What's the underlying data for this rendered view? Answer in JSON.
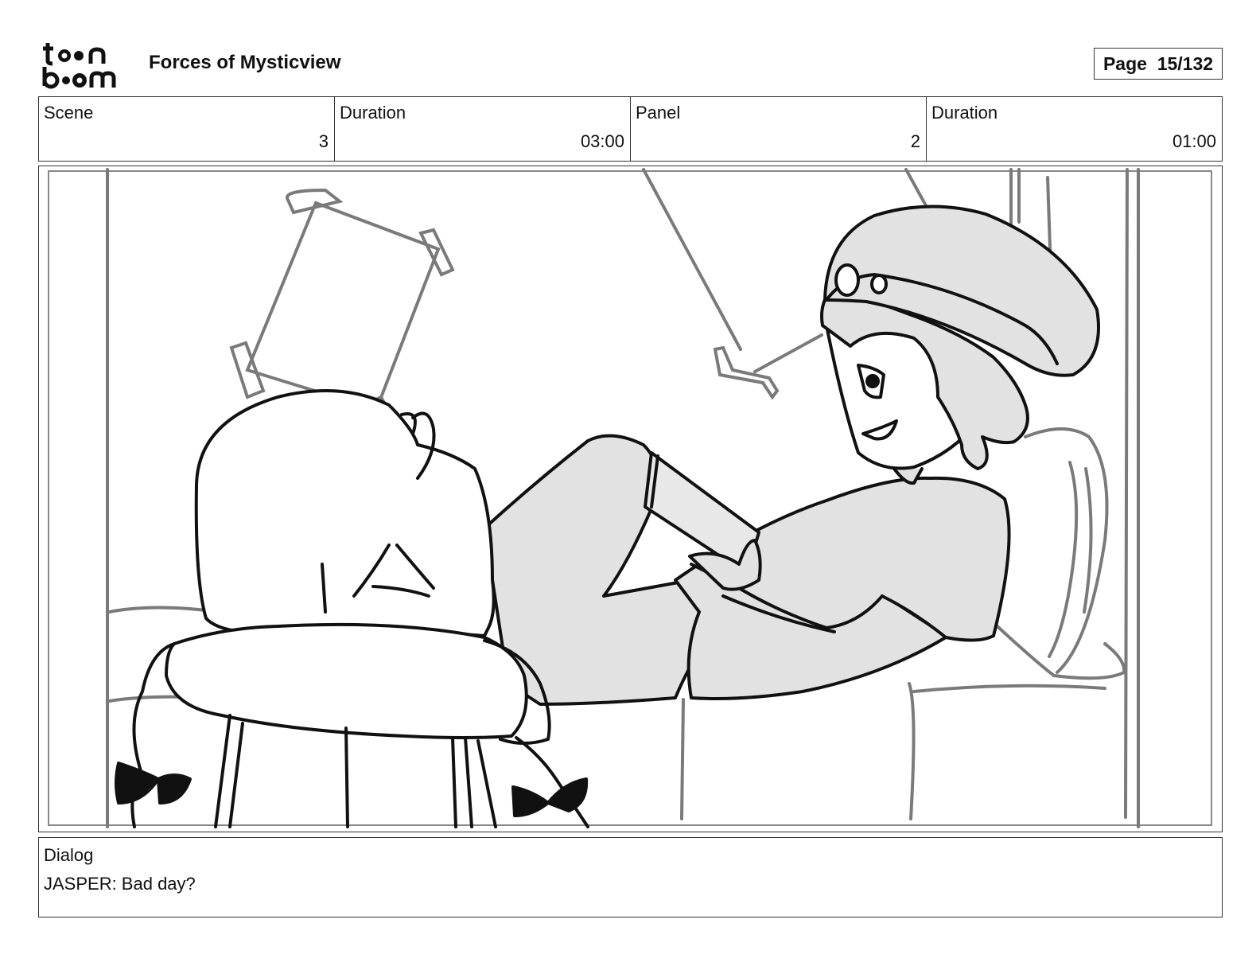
{
  "header": {
    "logo_top": "toon",
    "logo_bottom": "boom",
    "project_title": "Forces of Mysticview",
    "page_label": "Page",
    "page_number": "15/132"
  },
  "info": {
    "scene_label": "Scene",
    "scene_value": "3",
    "scene_duration_label": "Duration",
    "scene_duration_value": "03:00",
    "panel_label": "Panel",
    "panel_value": "2",
    "panel_duration_label": "Duration",
    "panel_duration_value": "01:00"
  },
  "dialog": {
    "label": "Dialog",
    "text": "JASPER: Bad day?"
  }
}
